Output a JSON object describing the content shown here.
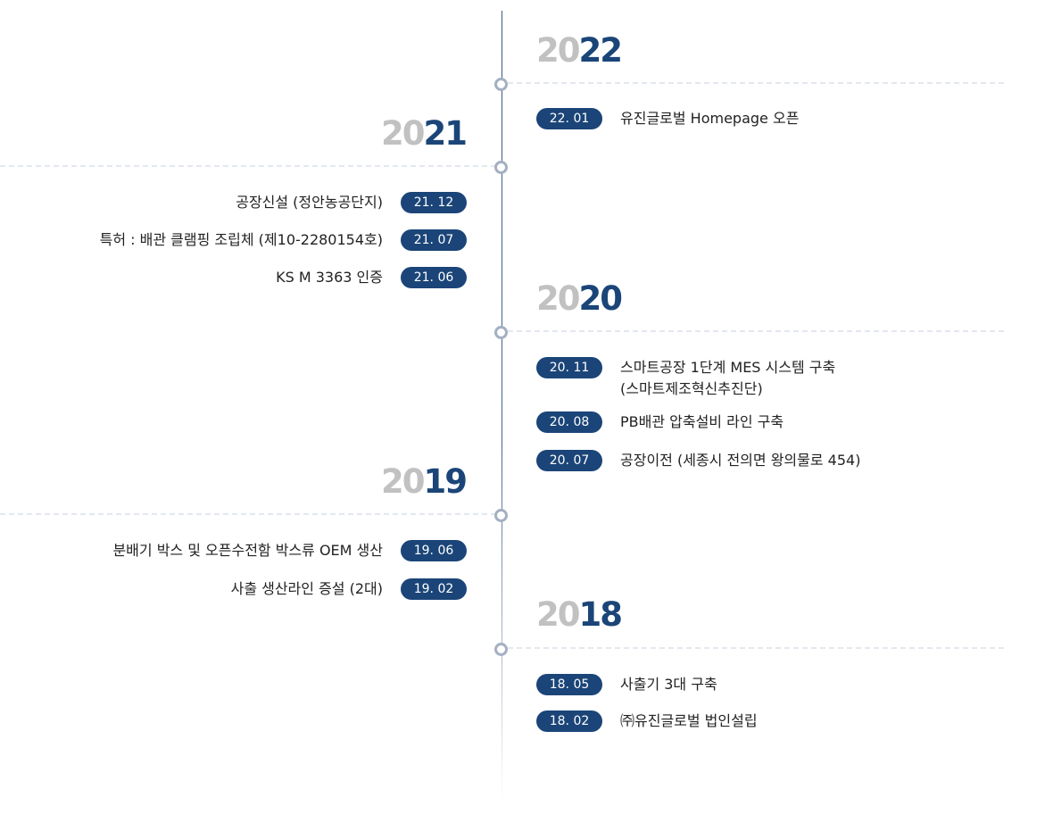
{
  "timeline": [
    {
      "year_prefix": "20",
      "year_suffix": "22",
      "events": [
        {
          "date": "22. 01",
          "text": "유진글로벌 Homepage 오픈"
        }
      ]
    },
    {
      "year_prefix": "20",
      "year_suffix": "21",
      "events": [
        {
          "date": "21. 12",
          "text": "공장신설 (정안농공단지)"
        },
        {
          "date": "21. 07",
          "text": "특허 : 배관 클램핑 조립체 (제10-2280154호)"
        },
        {
          "date": "21. 06",
          "text": "KS M 3363 인증"
        }
      ]
    },
    {
      "year_prefix": "20",
      "year_suffix": "20",
      "events": [
        {
          "date": "20. 11",
          "text": "스마트공장 1단계 MES 시스템 구축\n(스마트제조혁신추진단)"
        },
        {
          "date": "20. 08",
          "text": "PB배관 압축설비 라인 구축"
        },
        {
          "date": "20. 07",
          "text": "공장이전 (세종시 전의면 왕의물로 454)"
        }
      ]
    },
    {
      "year_prefix": "20",
      "year_suffix": "19",
      "events": [
        {
          "date": "19. 06",
          "text": "분배기 박스 및 오픈수전함 박스류 OEM 생산"
        },
        {
          "date": "19. 02",
          "text": "사출 생산라인 증설 (2대)"
        }
      ]
    },
    {
      "year_prefix": "20",
      "year_suffix": "18",
      "events": [
        {
          "date": "18. 05",
          "text": "사출기 3대 구축"
        },
        {
          "date": "18. 02",
          "text": "㈜유진글로벌 법인설립"
        }
      ]
    }
  ],
  "colors": {
    "navy": "#1b4578",
    "year_gray": "#c1c1c1",
    "dot_border": "#a4b0c2",
    "dashed_line": "#e3e8ef",
    "text": "#222222"
  }
}
